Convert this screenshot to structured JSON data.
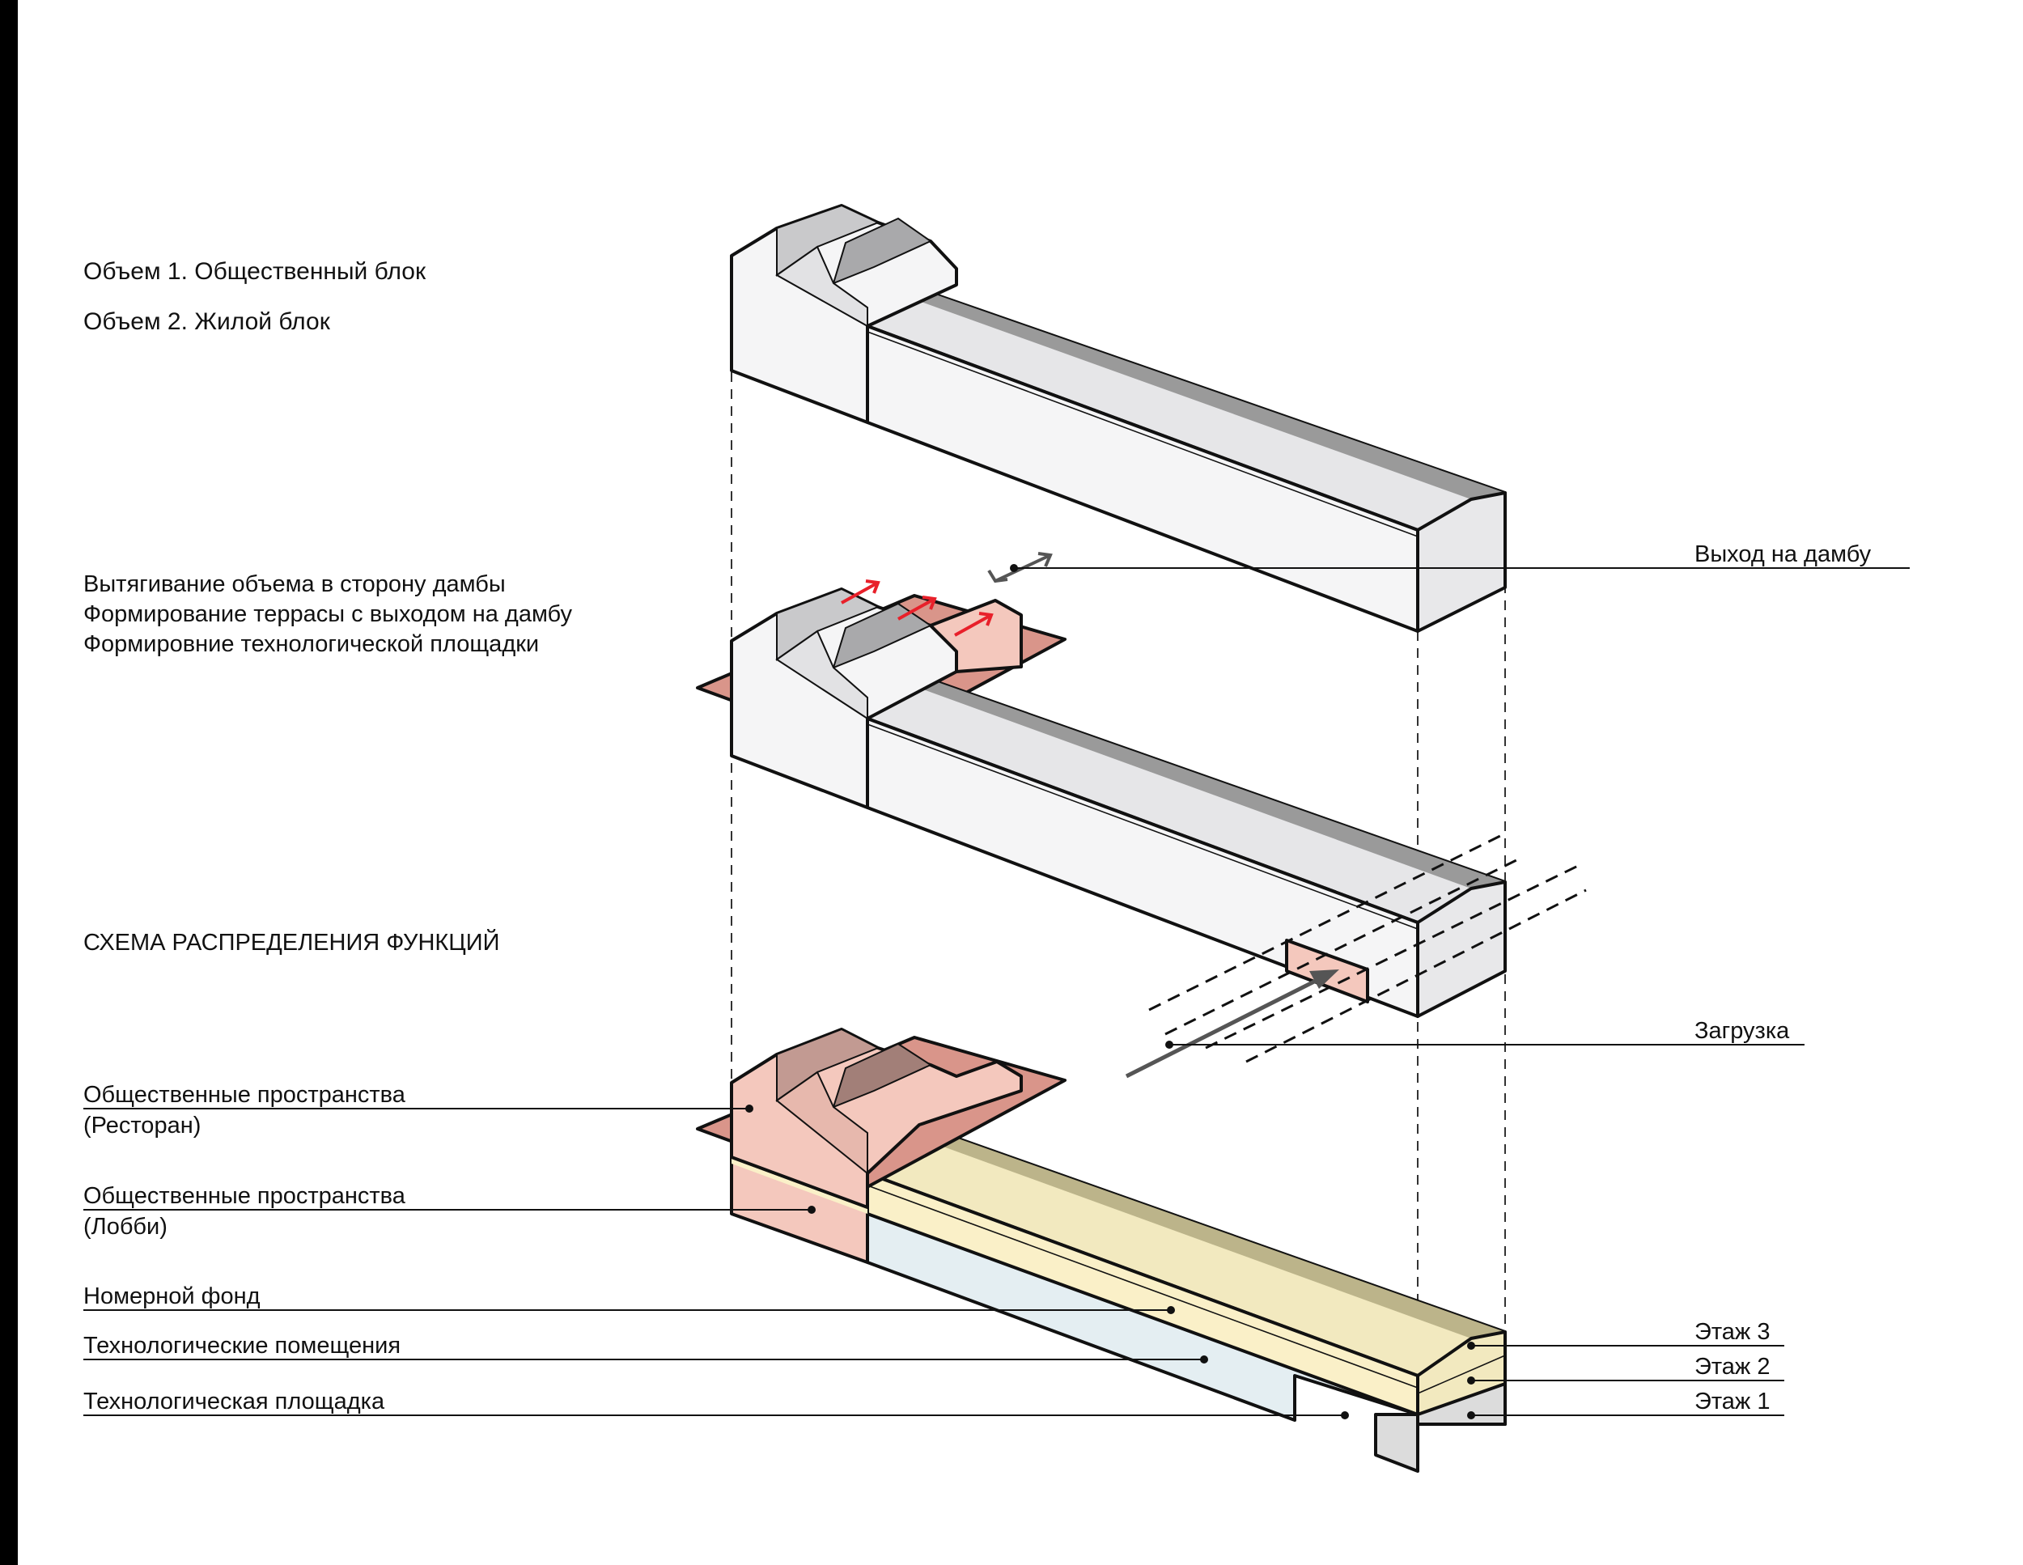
{
  "diagram": {
    "stage1_lines": [
      "Объем 1. Общественный блок",
      "Объем 2. Жилой блок"
    ],
    "stage2_lines": [
      "Вытягивание объема в сторону дамбы",
      "Формирование террасы с выходом на дамбу",
      "Формировние технологической площадки"
    ],
    "stage3_title": "СХЕМА РАСПРЕДЕЛЕНИЯ ФУНКЦИЙ",
    "callouts": {
      "exit_to_dam": "Выход на дамбу",
      "loading": "Загрузка"
    },
    "function_labels": [
      [
        "Общественные пространства",
        "(Ресторан)"
      ],
      [
        "Общественные пространства",
        "(Лобби)"
      ],
      [
        "Номерной фонд"
      ],
      [
        "Технологические помещения"
      ],
      [
        "Технологическая площадка"
      ]
    ],
    "floor_labels": [
      "Этаж 3",
      "Этаж 2",
      "Этаж 1"
    ]
  },
  "colors": {
    "white_face": "#f5f5f6",
    "light_grey_face": "#e8e8ea",
    "roof_dark": "#9a9a9a",
    "restaurant_pink": "#f4c8bd",
    "terrace_brown": "#d9958a",
    "lobby_yellow": "#faf0c8",
    "rooms_cream": "#f2e9bf",
    "roof_khaki": "#bcb48a",
    "tech_blue": "#e4eef2",
    "tech_grey": "#dcdcdc",
    "accent_red": "#e8202a",
    "arrow_grey": "#555555"
  }
}
